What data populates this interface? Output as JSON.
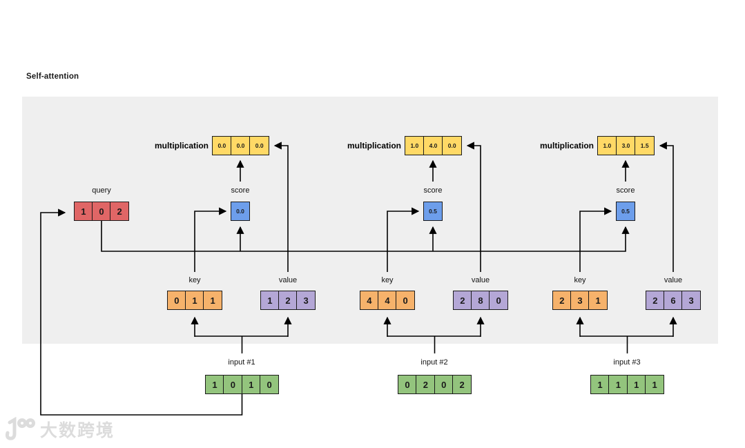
{
  "title": "Self-attention",
  "colors": {
    "panel": "#efefef",
    "multiplication_cells": "#ffd966",
    "query_cells": "#e06666",
    "score_cells": "#6d9eeb",
    "key_cells": "#f6b26b",
    "value_cells": "#b4a7d6",
    "input_cells": "#93c47d",
    "cell_border": "#1a1a1a",
    "watermark": "#d7d7d7"
  },
  "diagram": {
    "query": {
      "label": "query",
      "values": [
        "1",
        "0",
        "2"
      ]
    },
    "groups": [
      {
        "multiplication": {
          "label": "multiplication",
          "values": [
            "0.0",
            "0.0",
            "0.0"
          ]
        },
        "score": {
          "label": "score",
          "value": "0.0"
        },
        "key": {
          "label": "key",
          "values": [
            "0",
            "1",
            "1"
          ]
        },
        "value": {
          "label": "value",
          "values": [
            "1",
            "2",
            "3"
          ]
        },
        "input": {
          "label": "input #1",
          "values": [
            "1",
            "0",
            "1",
            "0"
          ]
        }
      },
      {
        "multiplication": {
          "label": "multiplication",
          "values": [
            "1.0",
            "4.0",
            "0.0"
          ]
        },
        "score": {
          "label": "score",
          "value": "0.5"
        },
        "key": {
          "label": "key",
          "values": [
            "4",
            "4",
            "0"
          ]
        },
        "value": {
          "label": "value",
          "values": [
            "2",
            "8",
            "0"
          ]
        },
        "input": {
          "label": "input #2",
          "values": [
            "0",
            "2",
            "0",
            "2"
          ]
        }
      },
      {
        "multiplication": {
          "label": "multiplication",
          "values": [
            "1.0",
            "3.0",
            "1.5"
          ]
        },
        "score": {
          "label": "score",
          "value": "0.5"
        },
        "key": {
          "label": "key",
          "values": [
            "2",
            "3",
            "1"
          ]
        },
        "value": {
          "label": "value",
          "values": [
            "2",
            "6",
            "3"
          ]
        },
        "input": {
          "label": "input #3",
          "values": [
            "1",
            "1",
            "1",
            "1"
          ]
        }
      }
    ]
  },
  "watermark": {
    "text": "大数跨境",
    "logo": "10100-logo"
  }
}
